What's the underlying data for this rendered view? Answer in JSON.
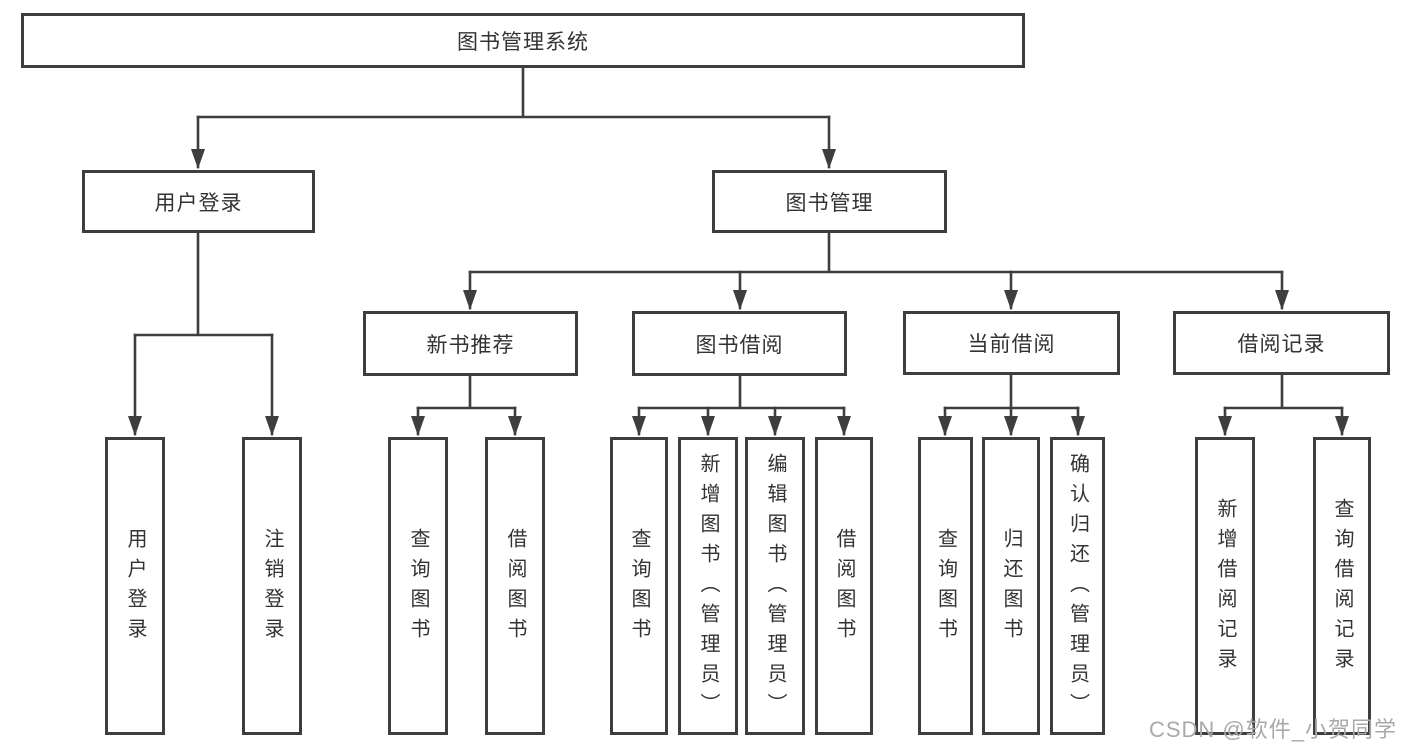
{
  "diagram": {
    "root": {
      "label": "图书管理系统"
    },
    "login_branch": {
      "label": "用户登录",
      "leaves": [
        {
          "label": "用户登录"
        },
        {
          "label": "注销登录"
        }
      ]
    },
    "mgmt_branch": {
      "label": "图书管理",
      "groups": [
        {
          "label": "新书推荐",
          "leaves": [
            {
              "label": "查询图书"
            },
            {
              "label": "借阅图书"
            }
          ]
        },
        {
          "label": "图书借阅",
          "leaves": [
            {
              "label": "查询图书"
            },
            {
              "label": "新增图书（管理员）"
            },
            {
              "label": "编辑图书（管理员）"
            },
            {
              "label": "借阅图书"
            }
          ]
        },
        {
          "label": "当前借阅",
          "leaves": [
            {
              "label": "查询图书"
            },
            {
              "label": "归还图书"
            },
            {
              "label": "确认归还（管理员）"
            }
          ]
        },
        {
          "label": "借阅记录",
          "leaves": [
            {
              "label": "新增借阅记录"
            },
            {
              "label": "查询借阅记录"
            }
          ]
        }
      ]
    }
  },
  "watermark": {
    "text": "CSDN @软件_小贺同学"
  },
  "colors": {
    "line": "#3e3e3e",
    "text": "#333333",
    "watermark": "#a9a9a9",
    "background": "#ffffff"
  }
}
